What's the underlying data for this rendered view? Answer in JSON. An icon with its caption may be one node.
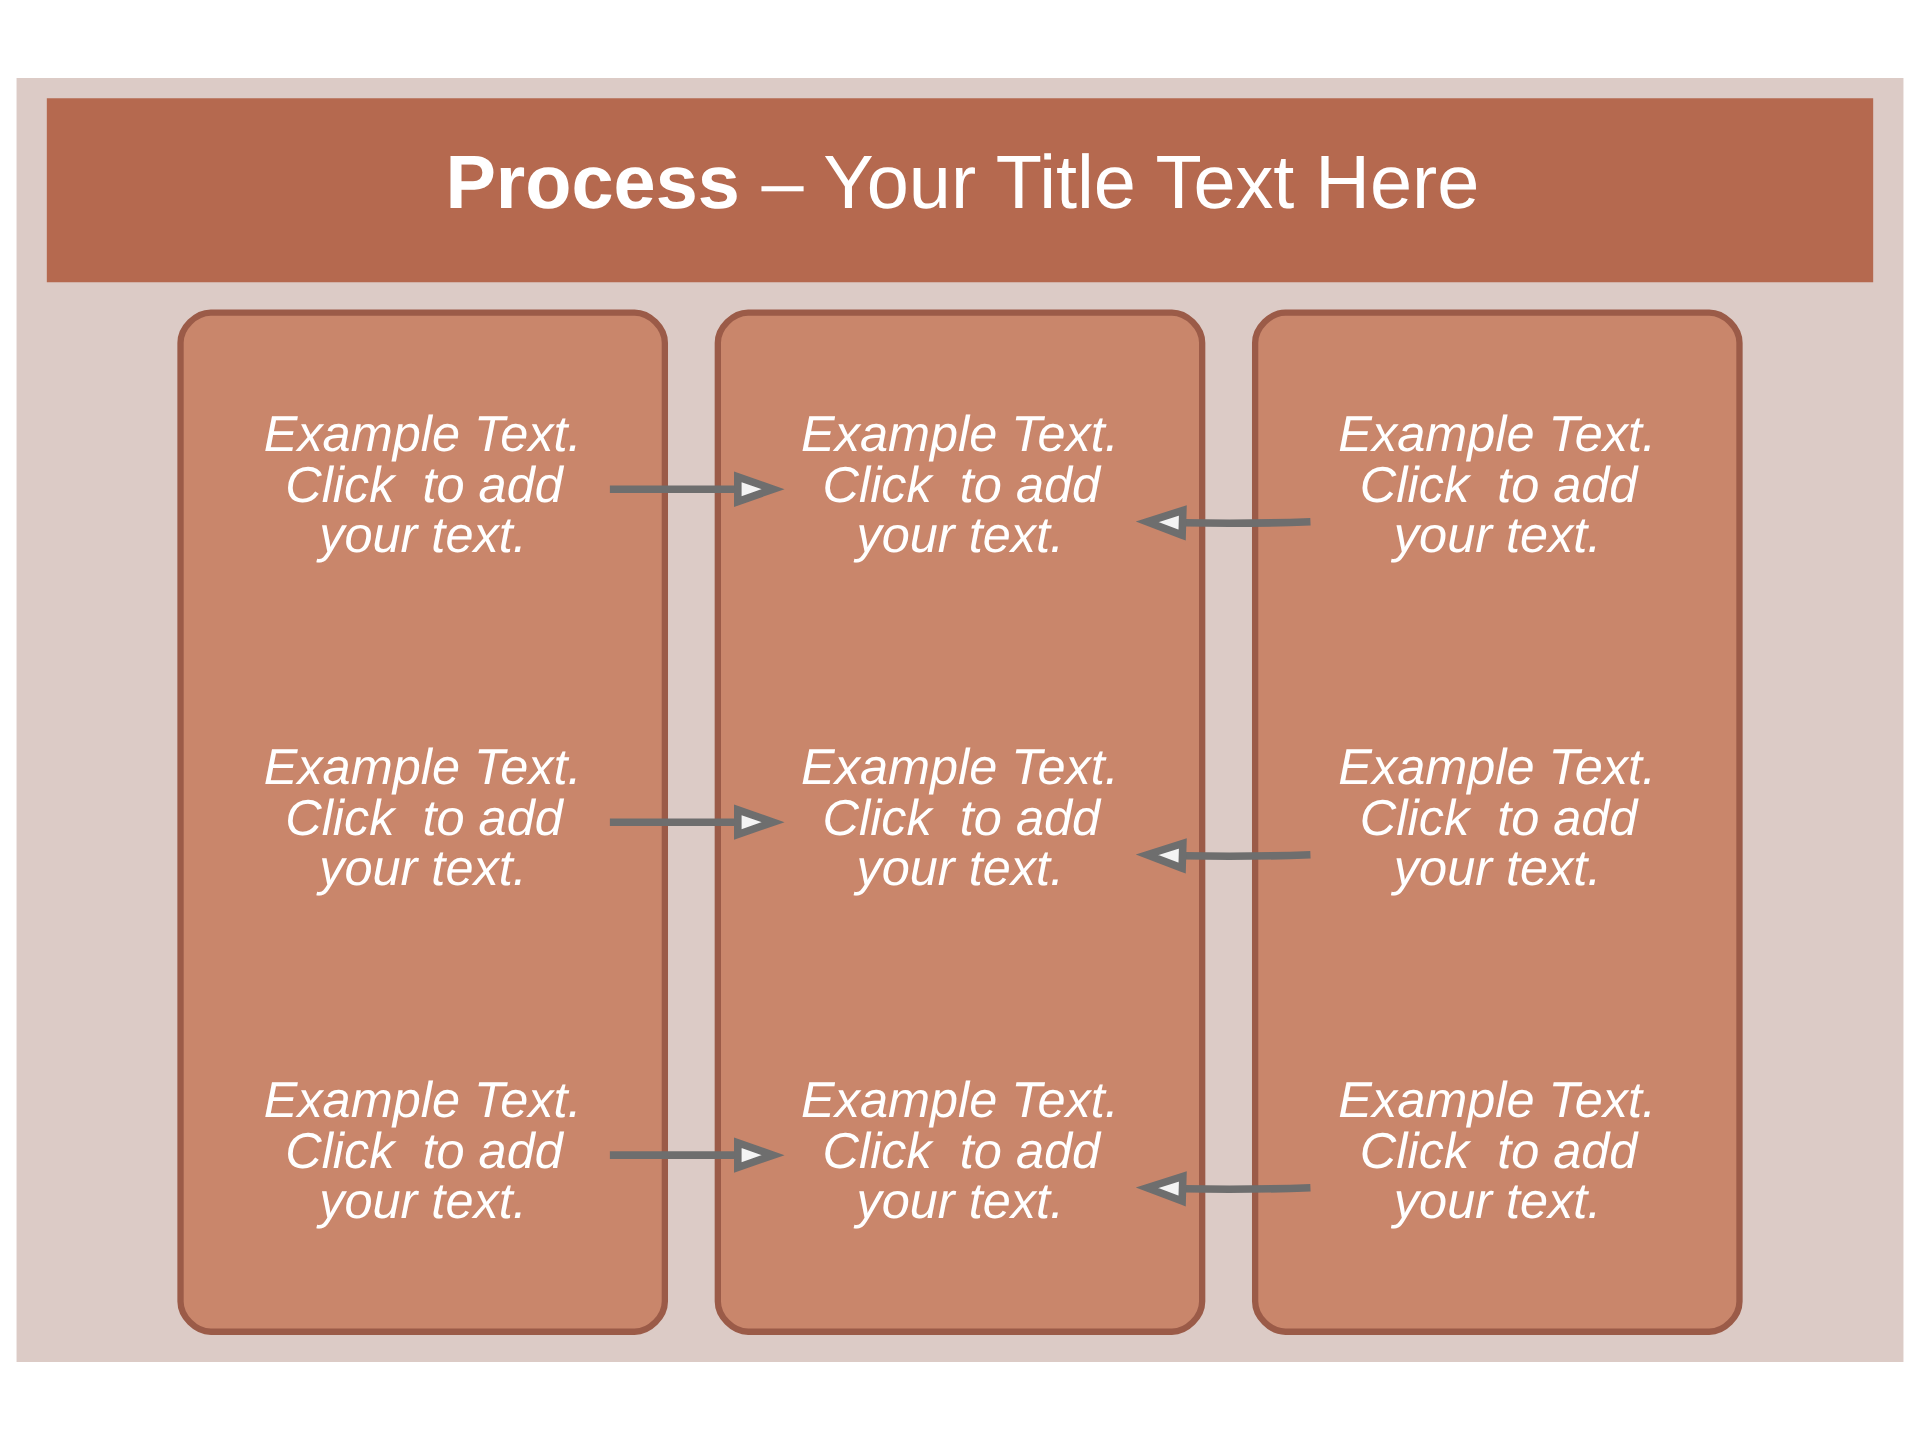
{
  "diagram": {
    "title": "**Process** – Your Title Text Here",
    "nodes": [
      {
        "text": [],
        "shape": "box"
      },
      {
        "text": [
          "Example Text. Click  to add your text."
        ],
        "in": 0
      },
      {
        "text": [
          "Example Text. Click  to add your text."
        ],
        "in": 0
      },
      {
        "text": [
          "Example Text. Click  to add your text."
        ],
        "in": 0
      },
      {
        "text": [],
        "shape": "box"
      },
      {
        "text": [
          "Example Text. Click  to add your text."
        ],
        "in": 4
      },
      {
        "text": [
          "Example Text. Click  to add your text."
        ],
        "in": 4
      },
      {
        "text": [
          "Example Text. Click  to add your text."
        ],
        "in": 4
      },
      {
        "text": [],
        "shape": "box"
      },
      {
        "text": [
          "Example Text. Click  to add your text."
        ],
        "in": 8
      },
      {
        "text": [
          "Example Text. Click  to add your text."
        ],
        "in": 8
      },
      {
        "text": [
          "Example Text. Click  to add your text."
        ],
        "in": 8
      }
    ],
    "edges": [
      {
        "from": 1,
        "to": 5,
        "arrow": "to"
      },
      {
        "from": 2,
        "to": 6,
        "arrow": "to"
      },
      {
        "from": 3,
        "to": 7,
        "arrow": "to"
      },
      {
        "from": 9,
        "to": 5,
        "arrow": "to"
      },
      {
        "from": 10,
        "to": 6,
        "arrow": "to"
      },
      {
        "from": 11,
        "to": 7,
        "arrow": "to"
      }
    ]
  }
}
